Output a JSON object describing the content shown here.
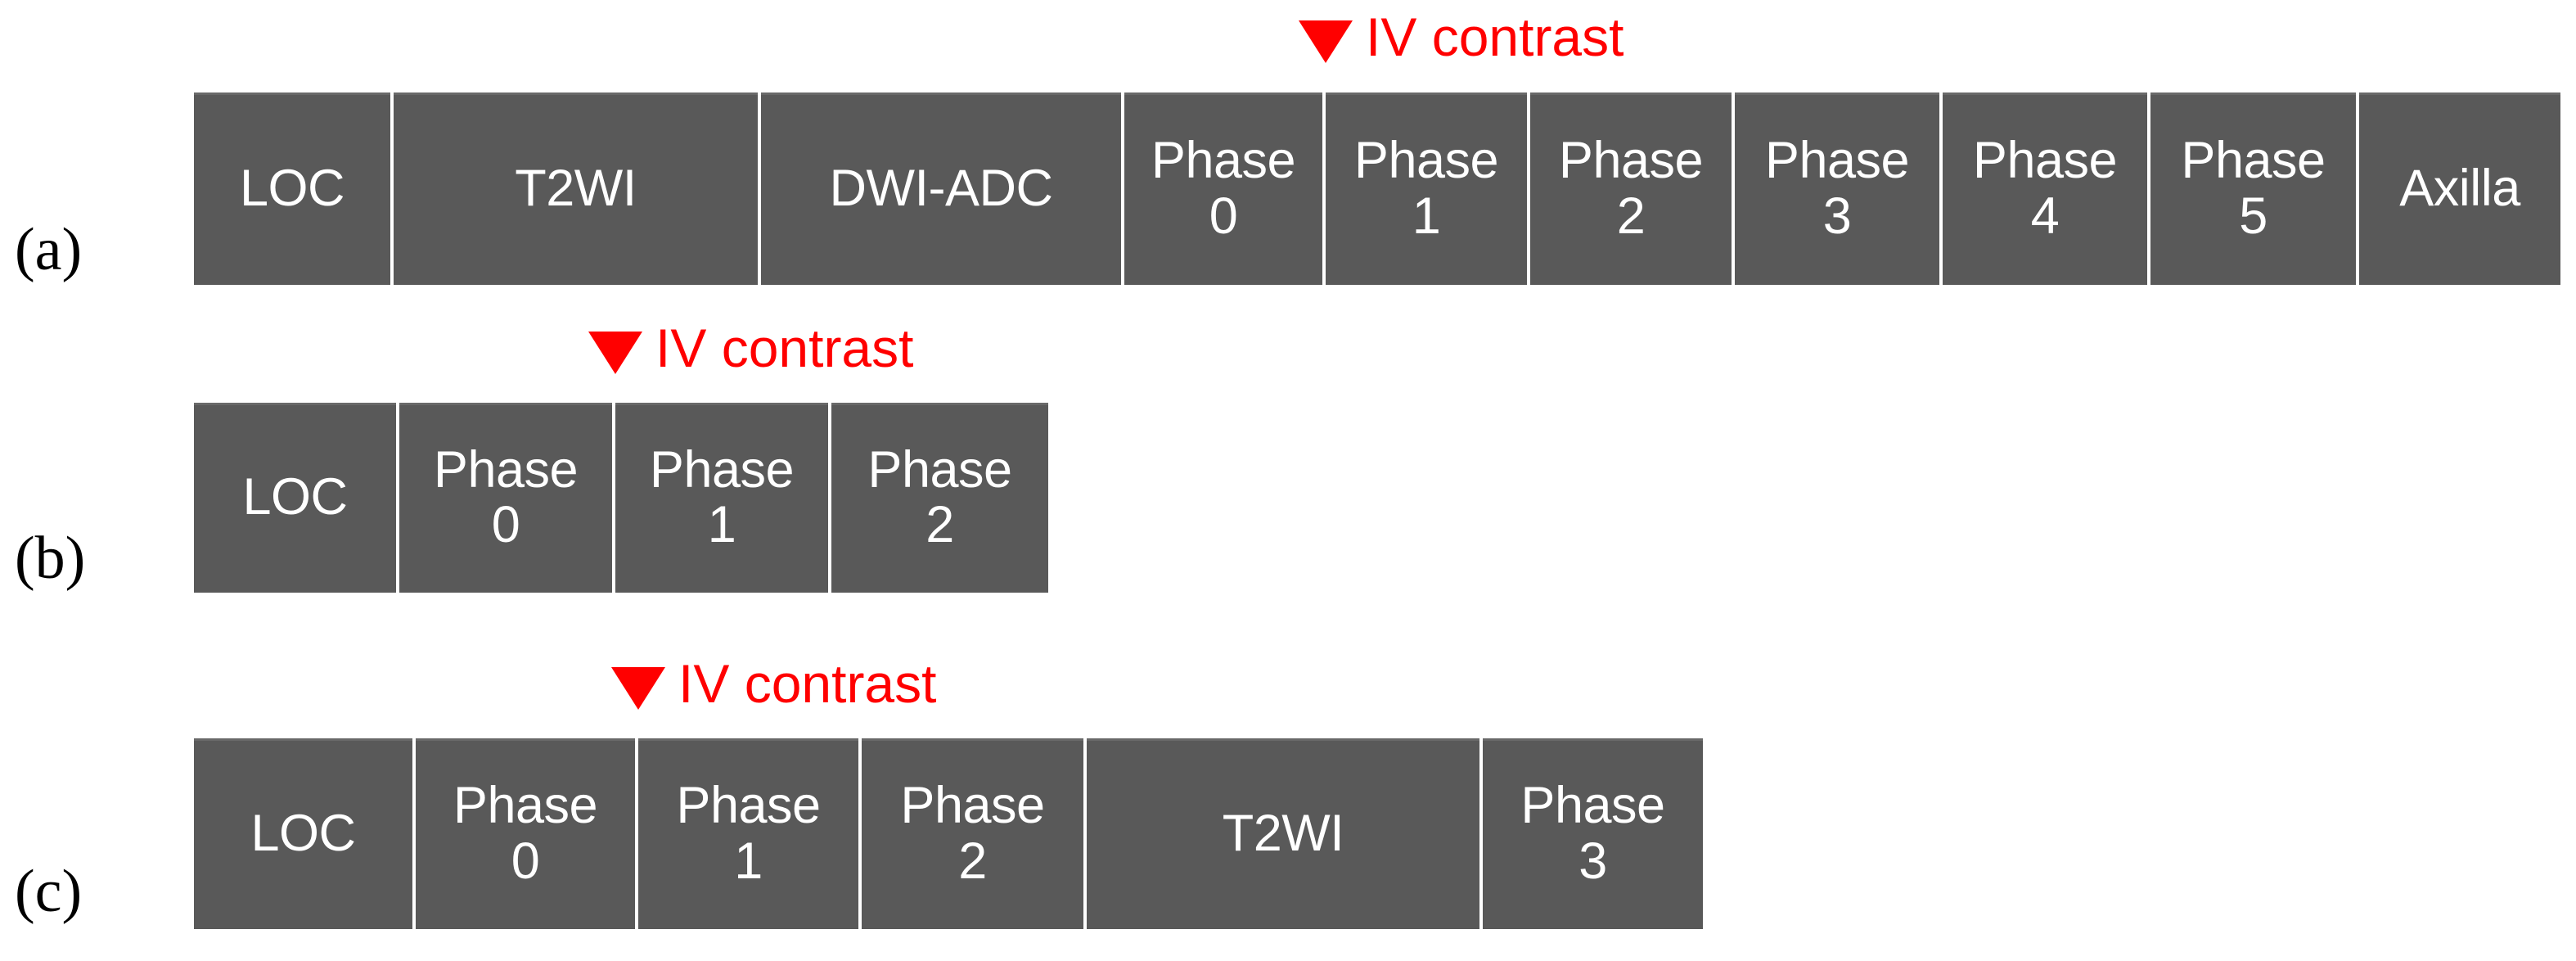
{
  "figure": {
    "background_color": "#ffffff",
    "block_color": "#595959",
    "block_text_color": "#ffffff",
    "marker_color": "#ff0000",
    "divider_color": "#ffffff"
  },
  "panels": [
    {
      "label": "(a)",
      "marker": {
        "text": "IV contrast",
        "icon": "down-triangle-marker"
      },
      "blocks": [
        {
          "label": "LOC"
        },
        {
          "label": "T2WI"
        },
        {
          "label": "DWI-ADC"
        },
        {
          "label": "Phase\n0"
        },
        {
          "label": "Phase\n1"
        },
        {
          "label": "Phase\n2"
        },
        {
          "label": "Phase\n3"
        },
        {
          "label": "Phase\n4"
        },
        {
          "label": "Phase\n5"
        },
        {
          "label": "Axilla"
        }
      ]
    },
    {
      "label": "(b)",
      "marker": {
        "text": "IV contrast",
        "icon": "down-triangle-marker"
      },
      "blocks": [
        {
          "label": "LOC"
        },
        {
          "label": "Phase\n0"
        },
        {
          "label": "Phase\n1"
        },
        {
          "label": "Phase\n2"
        }
      ]
    },
    {
      "label": "(c)",
      "marker": {
        "text": "IV contrast",
        "icon": "down-triangle-marker"
      },
      "blocks": [
        {
          "label": "LOC"
        },
        {
          "label": "Phase\n0"
        },
        {
          "label": "Phase\n1"
        },
        {
          "label": "Phase\n2"
        },
        {
          "label": "T2WI"
        },
        {
          "label": "Phase\n3"
        }
      ]
    }
  ]
}
